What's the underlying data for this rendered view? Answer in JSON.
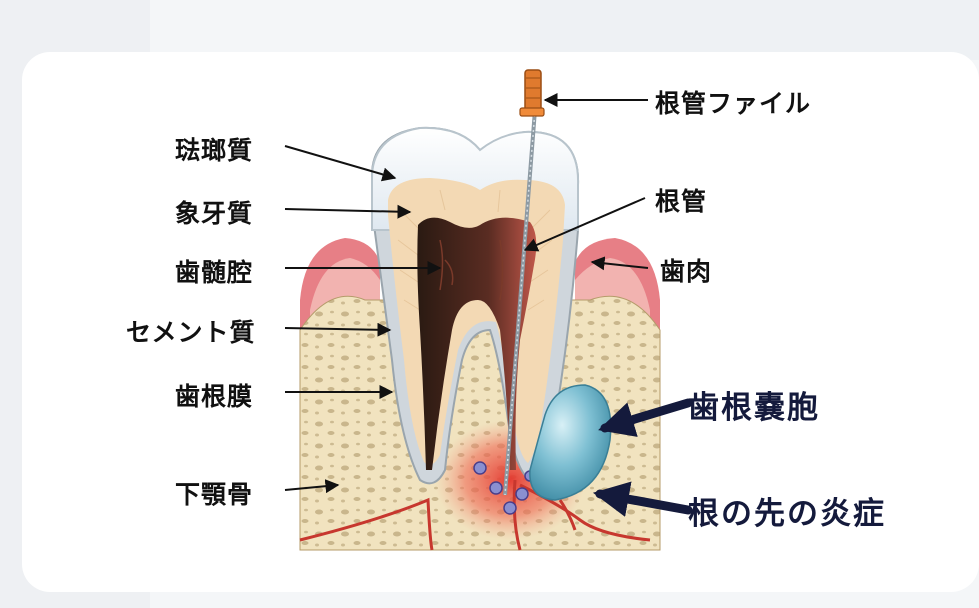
{
  "labels": {
    "enamel": "琺瑯質",
    "dentin": "象牙質",
    "pulp_cavity": "歯髄腔",
    "cementum": "セメント質",
    "periodontal_ligament": "歯根膜",
    "mandible": "下顎骨",
    "root_canal_file": "根管ファイル",
    "root_canal": "根管",
    "gingiva": "歯肉",
    "radicular_cyst": "歯根嚢胞",
    "periapical_inflammation": "根の先の炎症"
  },
  "colors": {
    "enamel": "#e9f0f6",
    "dentin": "#f3d9b4",
    "pulp": "#3a2418",
    "gum": "#e77f86",
    "bone": "#f1e3bf",
    "cyst": "#6fb1c6",
    "inflammation": "#e3342c",
    "file_handle": "#e07a2e",
    "big_label": "#141a3c"
  }
}
